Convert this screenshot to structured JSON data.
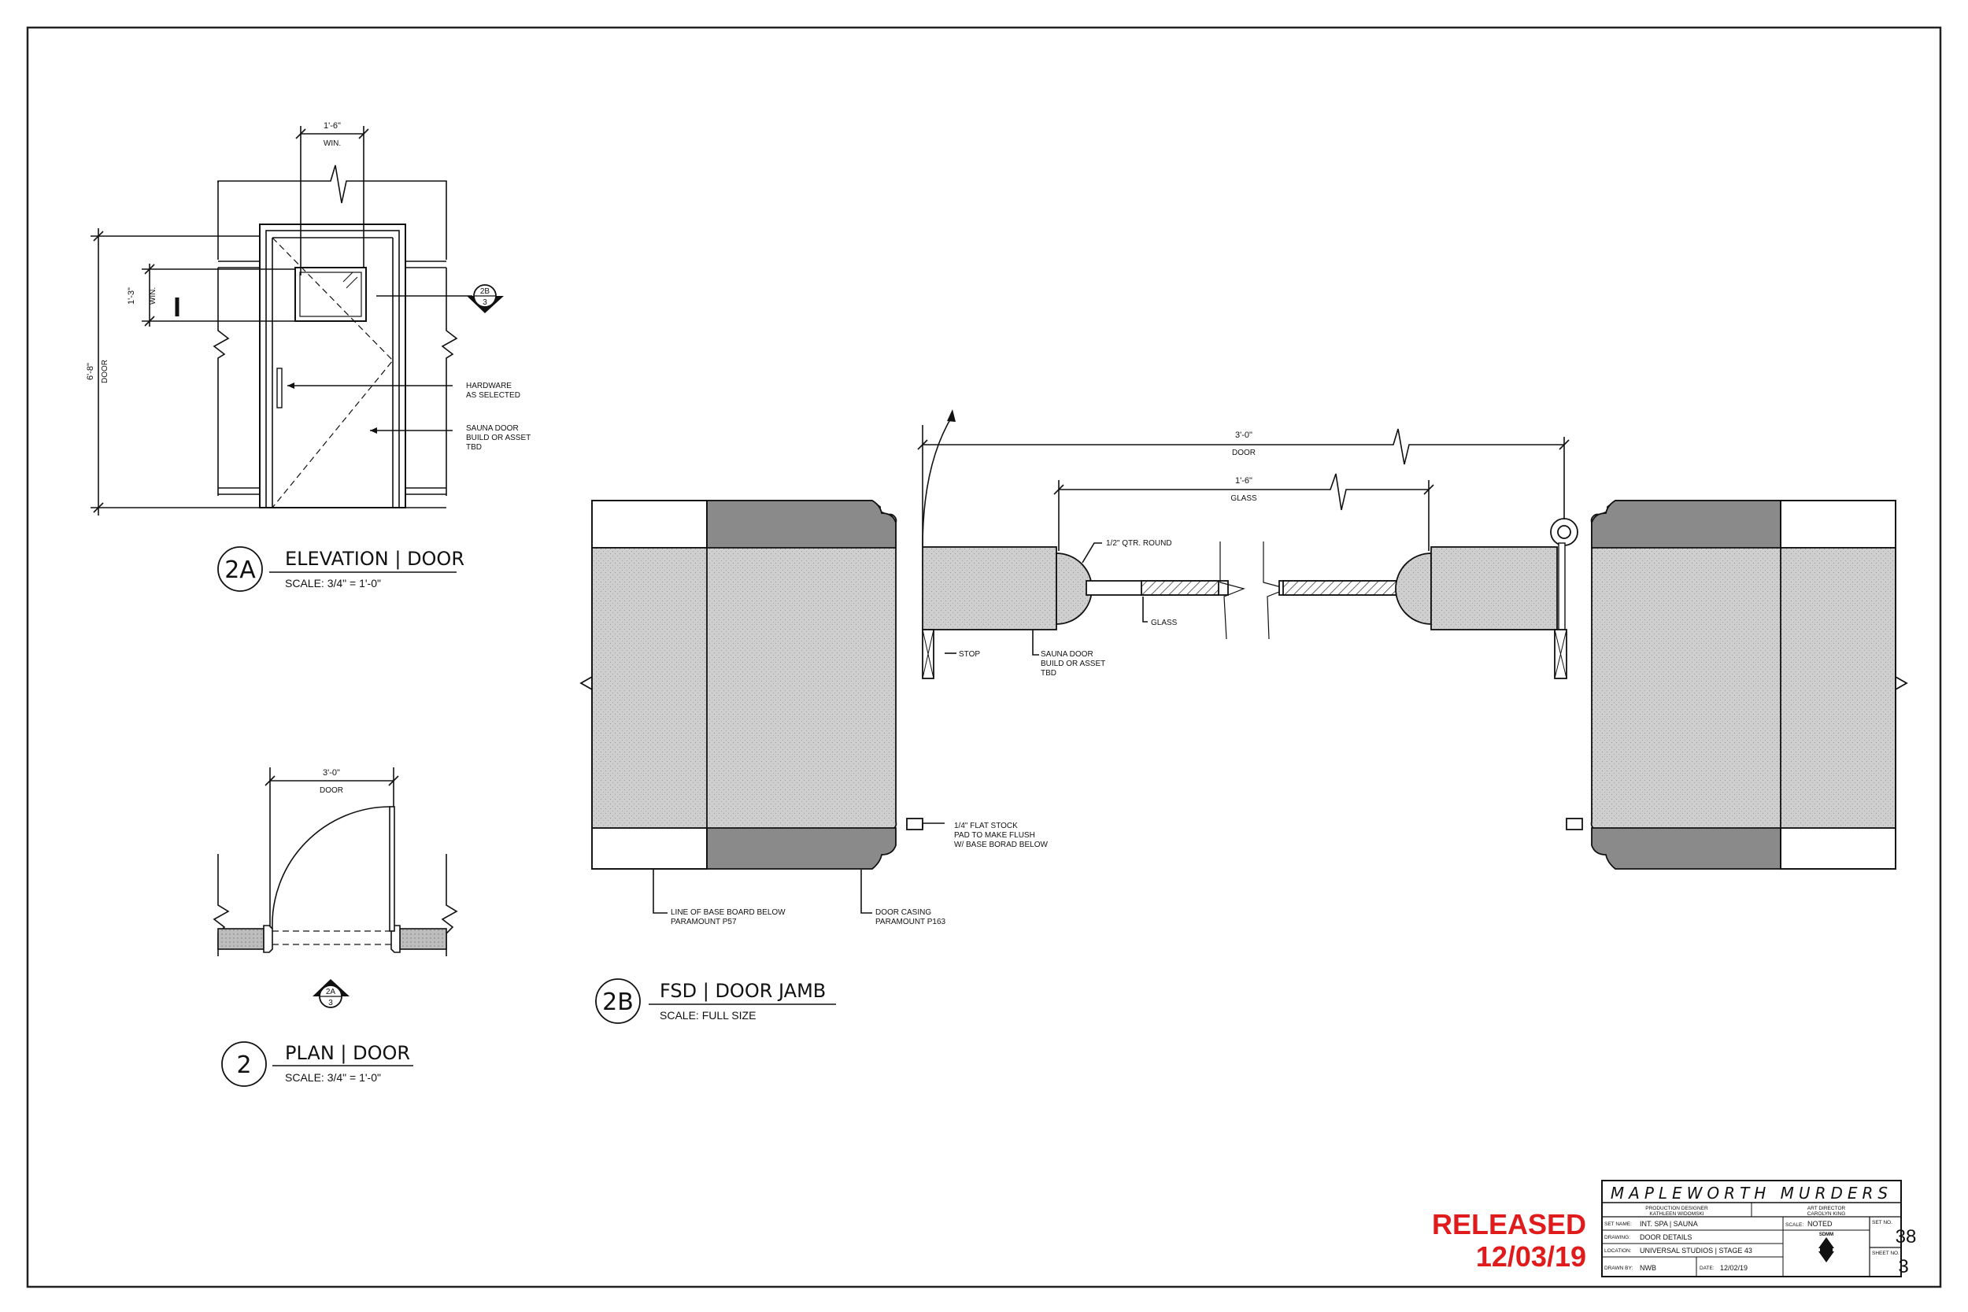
{
  "colors": {
    "accent_red": "#e01b1b",
    "wall_fill": "#cfcfcf",
    "casing_fill": "#8a8a8a",
    "line": "#111111"
  },
  "elevation": {
    "badge": "2A",
    "title": "ELEVATION | DOOR",
    "scale": "SCALE: 3/4\" = 1'-0\"",
    "dim_win_width": "1'-6\"",
    "dim_win_width_label": "WIN.",
    "dim_win_height": "1'-3\"",
    "dim_win_height_label": "WIN.",
    "dim_door_height": "6'-8\"",
    "dim_door_height_label": "DOOR",
    "note_hardware_1": "HARDWARE",
    "note_hardware_2": "AS SELECTED",
    "note_door_1": "SAUNA DOOR",
    "note_door_2": "BUILD OR ASSET",
    "note_door_3": "TBD",
    "section_ref_top": "2B",
    "section_ref_bottom": "3"
  },
  "plan": {
    "badge": "2",
    "title": "PLAN | DOOR",
    "scale": "SCALE: 3/4\" = 1'-0\"",
    "dim_door_width": "3'-0\"",
    "dim_door_width_label": "DOOR",
    "section_ref_top": "2A",
    "section_ref_bottom": "3"
  },
  "jamb": {
    "badge": "2B",
    "title": "FSD | DOOR JAMB",
    "scale": "SCALE: FULL SIZE",
    "dim_door": "3'-0\"",
    "dim_door_label": "DOOR",
    "dim_glass": "1'-6\"",
    "dim_glass_label": "GLASS",
    "note_qtr_round": "1/2\" QTR. ROUND",
    "note_glass": "GLASS",
    "note_stop": "STOP",
    "note_sauna_1": "SAUNA DOOR",
    "note_sauna_2": "BUILD OR ASSET",
    "note_sauna_3": "TBD",
    "note_flat_1": "1/4\" FLAT STOCK",
    "note_flat_2": "PAD TO MAKE FLUSH",
    "note_flat_3": "W/ BASE BORAD BELOW",
    "note_base_1": "LINE OF BASE BOARD BELOW",
    "note_base_2": "PARAMOUNT P57",
    "note_casing_1": "DOOR CASING",
    "note_casing_2": "PARAMOUNT P163"
  },
  "stamp": {
    "line1": "RELEASED",
    "line2": "12/03/19"
  },
  "title_block": {
    "project": "MAPLEWORTH MURDERS",
    "designer_role": "PRODUCTION DESIGNER",
    "designer_name": "KATHLEEN WIDOMSKI",
    "director_role": "ART DIRECTOR",
    "director_name": "CAROLYN KING",
    "set_name_label": "SET NAME:",
    "set_name": "INT. SPA | SAUNA",
    "drawing_label": "DRAWING:",
    "drawing": "DOOR DETAILS",
    "location_label": "LOCATION:",
    "location": "UNIVERSAL STUDIOS | STAGE 43",
    "drawn_by_label": "DRAWN BY:",
    "drawn_by": "NWB",
    "date_label": "DATE:",
    "date": "12/02/19",
    "scale_label": "SCALE:",
    "scale": "NOTED",
    "set_no_label": "SET NO.",
    "set_no": "38",
    "sheet_no_label": "SHEET NO.",
    "sheet_no": "3",
    "logo_text": "SDMM",
    "logo_icon": "union-logo-icon"
  }
}
